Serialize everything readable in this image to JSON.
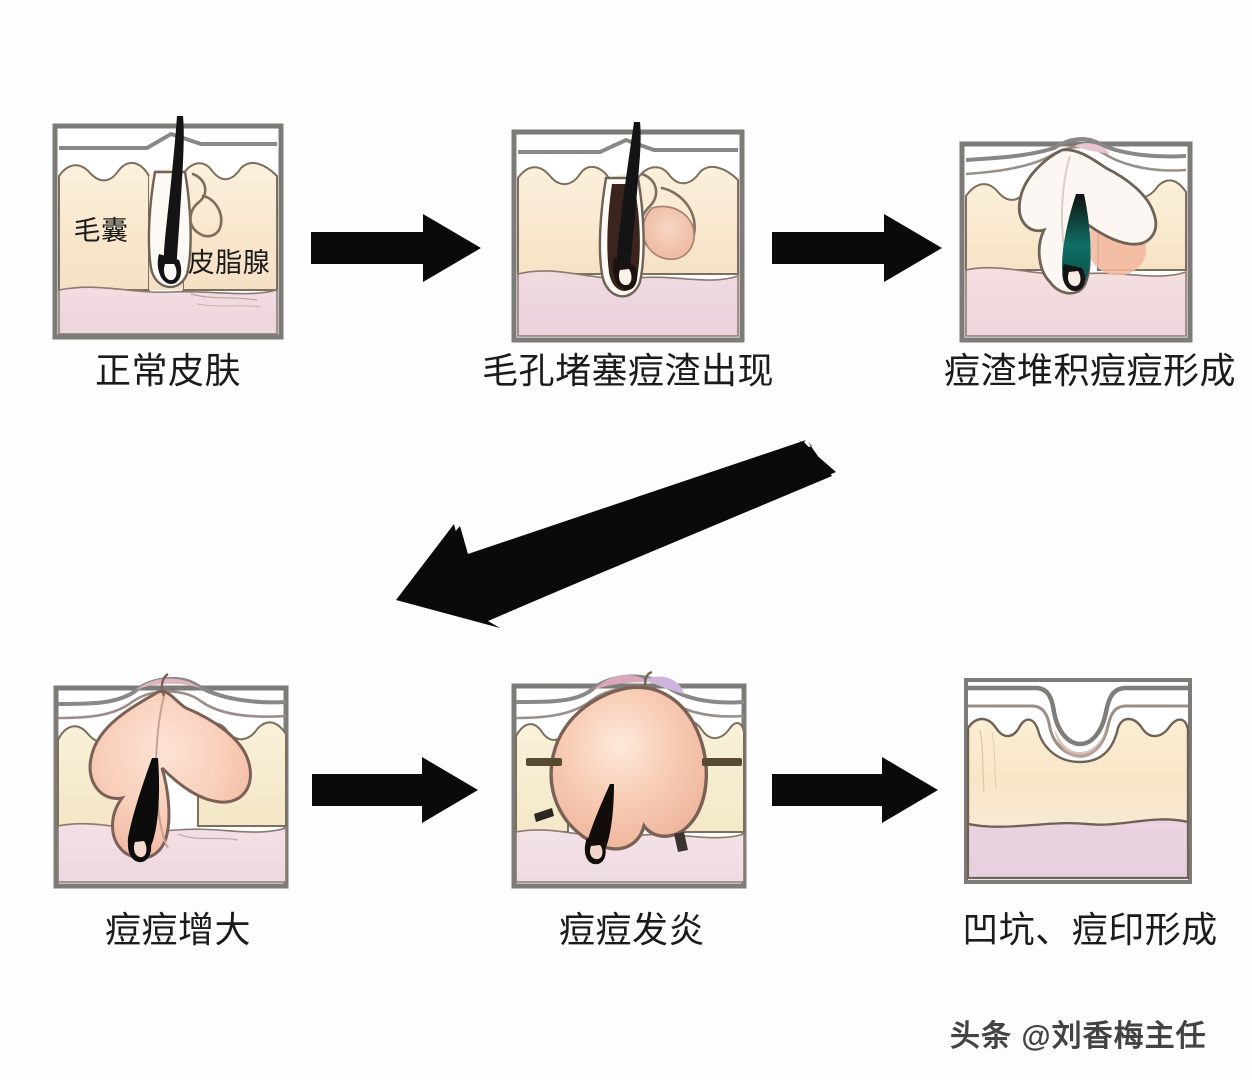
{
  "figure": {
    "kind": "medical-illustration-flowchart",
    "subject": "痘痘形成过程",
    "background_color": "#fdfdfd"
  },
  "steps": [
    {
      "id": "step-1",
      "order": 1,
      "caption": "正常皮肤",
      "icon": "skin-cross-section-normal-icon",
      "annotations": [
        {
          "id": "follicle",
          "label": "毛囊"
        },
        {
          "id": "sebaceous-gland",
          "label": "皮脂腺"
        }
      ]
    },
    {
      "id": "step-2",
      "order": 2,
      "caption": "毛孔堵塞痘渣出现",
      "icon": "skin-cross-section-clogged-pore-icon",
      "annotations": []
    },
    {
      "id": "step-3",
      "order": 3,
      "caption": "痘渣堆积痘痘形成",
      "icon": "skin-cross-section-comedone-icon",
      "annotations": []
    },
    {
      "id": "step-4",
      "order": 4,
      "caption": "痘痘增大",
      "icon": "skin-cross-section-enlarging-pimple-icon",
      "annotations": []
    },
    {
      "id": "step-5",
      "order": 5,
      "caption": "痘痘发炎",
      "icon": "skin-cross-section-inflamed-pimple-icon",
      "annotations": []
    },
    {
      "id": "step-6",
      "order": 6,
      "caption": "凹坑、痘印形成",
      "icon": "skin-cross-section-scar-icon",
      "annotations": []
    }
  ],
  "arrows": [
    {
      "id": "arrow-1-2",
      "direction": "right",
      "icon": "arrow-right-icon"
    },
    {
      "id": "arrow-2-3",
      "direction": "right",
      "icon": "arrow-right-icon"
    },
    {
      "id": "arrow-3-4",
      "direction": "down-left",
      "icon": "arrow-down-left-icon"
    },
    {
      "id": "arrow-4-5",
      "direction": "right",
      "icon": "arrow-right-icon"
    },
    {
      "id": "arrow-5-6",
      "direction": "right",
      "icon": "arrow-right-icon"
    }
  ],
  "watermark": {
    "text": "头条 @刘香梅主任"
  },
  "palette": {
    "arrow": "#0a0a0a",
    "caption": "#1b1b1b",
    "frame": "#7a7a78",
    "epidermis": "#f7e4c4",
    "epidermis_light": "#fbf0dc",
    "dermis": "#efdcdf",
    "dermis_deep": "#e8cfd8",
    "outline": "#6e6258",
    "hair": "#141414",
    "sebum": "#f2c9b6",
    "pus": "#f6cbb6",
    "pus_highlight": "#fde2d3",
    "comedone_teal": "#0d6b62",
    "inflamed": "#f0b49c",
    "purple": "#d7bcd4"
  }
}
